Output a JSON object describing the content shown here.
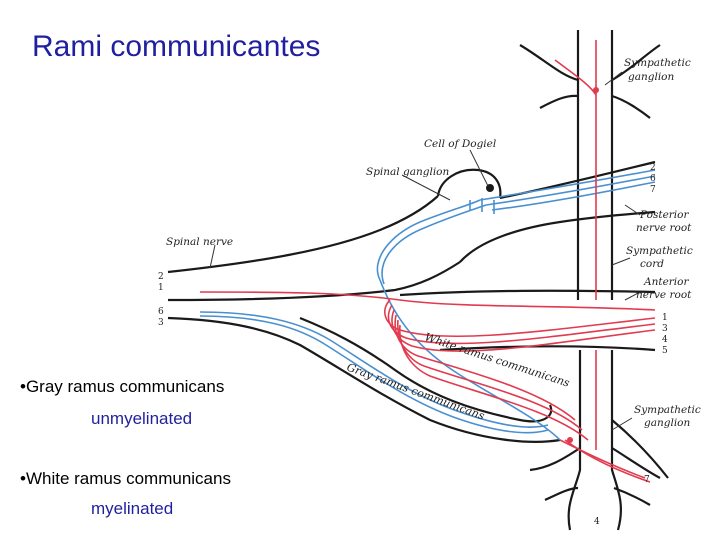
{
  "title": "Rami communicantes",
  "bullets": [
    {
      "label": "•Gray ramus communicans",
      "detail": "unmyelinated"
    },
    {
      "label": "•White ramus communicans",
      "detail": "myelinated"
    }
  ],
  "diagram": {
    "labels": {
      "sympathetic_ganglion_top": [
        "Sympathetic",
        "ganglion"
      ],
      "cell_of_dogiel": "Cell of Dogiel",
      "spinal_ganglion": "Spinal ganglion",
      "spinal_nerve": "Spinal nerve",
      "posterior_nerve_root": [
        "Posterior",
        "nerve root"
      ],
      "sympathetic_cord": [
        "Sympathetic",
        "cord"
      ],
      "anterior_nerve_root": [
        "Anterior",
        "nerve root"
      ],
      "white_ramus": "White ramus communicans",
      "gray_ramus": "Gray ramus communicans",
      "sympathetic_ganglion_bottom": [
        "Sympathetic",
        "ganglion"
      ]
    },
    "fiber_numbers": {
      "posterior_root": [
        "2",
        "6",
        "7"
      ],
      "left_upper": [
        "2",
        "1"
      ],
      "left_lower": [
        "6",
        "3"
      ],
      "anterior_root": [
        "1",
        "3",
        "4",
        "5"
      ],
      "bottom_right": "7",
      "bottom_center": "4"
    },
    "colors": {
      "white_fiber": "#e23a4e",
      "gray_fiber": "#4a90d0",
      "outline": "#1a1a1a",
      "title": "#1f1fa0"
    }
  }
}
